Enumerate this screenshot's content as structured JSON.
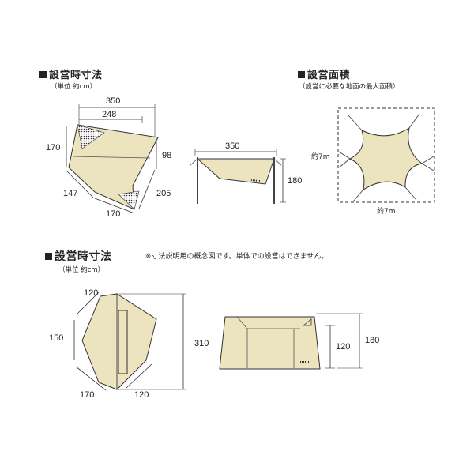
{
  "colors": {
    "fabric": "#ece3bf",
    "line": "#333333",
    "pole": "#444444",
    "background": "#ffffff"
  },
  "sections": {
    "top_left": {
      "title": "設営時寸法",
      "unit": "（単位 約cm）"
    },
    "top_right": {
      "title": "設営面積",
      "subtitle": "（設営に必要な地面の最大面積）"
    },
    "bottom": {
      "title": "設営時寸法",
      "unit": "（単位 約cm）",
      "note": "※寸法説明用の概念図です。単体での設営はできません。"
    }
  },
  "dims": {
    "hexa_top_outer": "350",
    "hexa_top_inner": "248",
    "hexa_left": "170",
    "hexa_right_short": "98",
    "hexa_lower_left": "147",
    "hexa_lower_right": "205",
    "hexa_bottom": "170",
    "side_width": "350",
    "side_height": "180",
    "area_width": "約7m",
    "area_height": "約7m",
    "half_top": "120",
    "half_left": "150",
    "half_bottom_left": "170",
    "half_bottom_right": "120",
    "half_right": "310",
    "front_inner_height": "120",
    "front_outer_height": "180"
  }
}
